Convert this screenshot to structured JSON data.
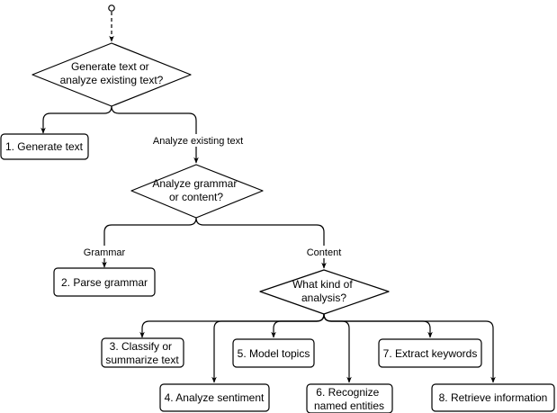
{
  "diagram": {
    "decisions": {
      "q1": [
        "Generate text or",
        "analyze existing text?"
      ],
      "q2": [
        "Analyze grammar",
        "or content?"
      ],
      "q3": [
        "What kind of",
        "analysis?"
      ]
    },
    "edge_labels": {
      "analyze_existing": "Analyze existing text",
      "grammar": "Grammar",
      "content": "Content"
    },
    "outcomes": {
      "o1": [
        "1. Generate text"
      ],
      "o2": [
        "2. Parse grammar"
      ],
      "o3": [
        "3. Classify or",
        "summarize text"
      ],
      "o4": [
        "4. Analyze sentiment"
      ],
      "o5": [
        "5. Model topics"
      ],
      "o6": [
        "6. Recognize",
        "named entities"
      ],
      "o7": [
        "7. Extract keywords"
      ],
      "o8": [
        "8. Retrieve information"
      ]
    }
  }
}
